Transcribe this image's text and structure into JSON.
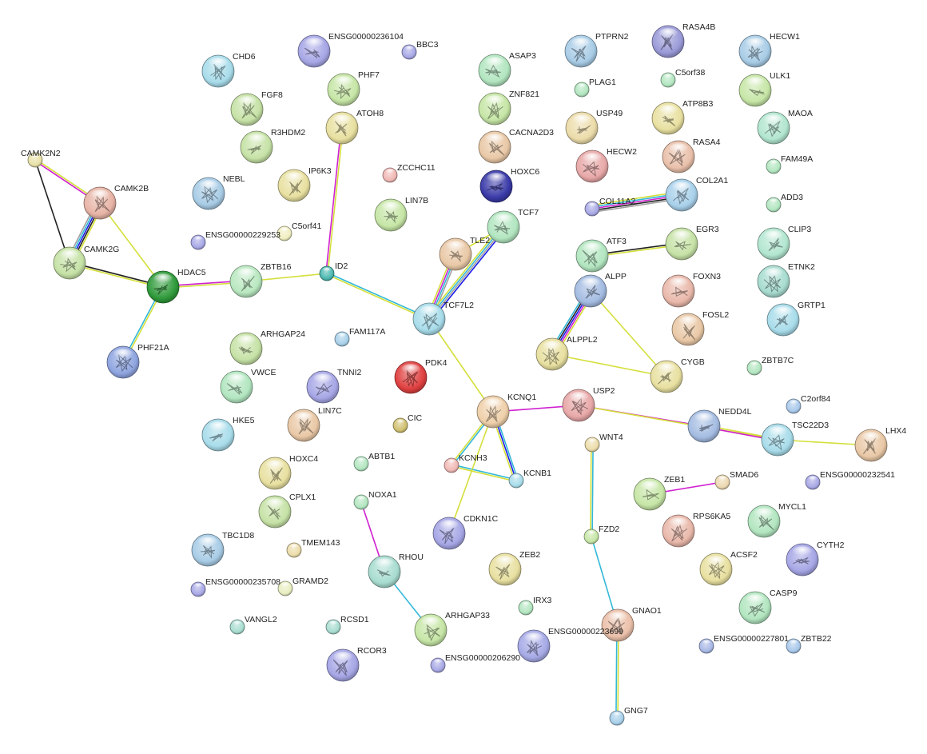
{
  "nodes": [
    {
      "id": "CAMK2N2",
      "color": "#e9e2a8",
      "size": "small"
    },
    {
      "id": "CAMK2B",
      "color": "#e7b4a6",
      "size": "large"
    },
    {
      "id": "CAMK2G",
      "color": "#c6e2a6",
      "size": "large"
    },
    {
      "id": "HDAC5",
      "color": "#2f9a3a",
      "size": "large"
    },
    {
      "id": "PHF21A",
      "color": "#8fa5e0",
      "size": "large"
    },
    {
      "id": "ZBTB16",
      "color": "#b9e8c0",
      "size": "large"
    },
    {
      "id": "ID2",
      "color": "#4bb8b0",
      "size": "small"
    },
    {
      "id": "ATOH8",
      "color": "#e8e0a0",
      "size": "large"
    },
    {
      "id": "TCF7L2",
      "color": "#a8dcea",
      "size": "large"
    },
    {
      "id": "TLE2",
      "color": "#e9c8a6",
      "size": "large"
    },
    {
      "id": "TCF7",
      "color": "#b2e6c0",
      "size": "large"
    },
    {
      "id": "KCNQ1",
      "color": "#efd0aa",
      "size": "large"
    },
    {
      "id": "KCNH3",
      "color": "#f0b8b4",
      "size": "small"
    },
    {
      "id": "KCNB1",
      "color": "#a8dcea",
      "size": "small"
    },
    {
      "id": "CDKN1C",
      "color": "#a6a6e6",
      "size": "large"
    },
    {
      "id": "USP2",
      "color": "#e8a8a8",
      "size": "large"
    },
    {
      "id": "NEDD4L",
      "color": "#a4bce2",
      "size": "large"
    },
    {
      "id": "TSC22D3",
      "color": "#a8dcea",
      "size": "large"
    },
    {
      "id": "LHX4",
      "color": "#e9c8a6",
      "size": "large"
    },
    {
      "id": "WNT4",
      "color": "#ecdcaa",
      "size": "small"
    },
    {
      "id": "FZD2",
      "color": "#c6e6a6",
      "size": "small"
    },
    {
      "id": "GNAO1",
      "color": "#ebc0aa",
      "size": "large"
    },
    {
      "id": "GNG7",
      "color": "#a8d0ea",
      "size": "small"
    },
    {
      "id": "COL11A2",
      "color": "#a8a8e6",
      "size": "small"
    },
    {
      "id": "COL2A1",
      "color": "#a8d0ea",
      "size": "large"
    },
    {
      "id": "ATF3",
      "color": "#b2e6c0",
      "size": "large"
    },
    {
      "id": "EGR3",
      "color": "#c6e2a6",
      "size": "large"
    },
    {
      "id": "ALPP",
      "color": "#a4bce2",
      "size": "large"
    },
    {
      "id": "ALPPL2",
      "color": "#e8e0a0",
      "size": "large"
    },
    {
      "id": "CYGB",
      "color": "#e8e0a0",
      "size": "large"
    },
    {
      "id": "ZEB1",
      "color": "#c6e6a6",
      "size": "large"
    },
    {
      "id": "SMAD6",
      "color": "#ecd8b0",
      "size": "small"
    },
    {
      "id": "NOXA1",
      "color": "#b2e6c0",
      "size": "small"
    },
    {
      "id": "RHOU",
      "color": "#a8dcd0",
      "size": "large"
    },
    {
      "id": "ARHGAP33",
      "color": "#c6e6a6",
      "size": "large"
    },
    {
      "id": "CHD6",
      "color": "#a8dcea",
      "size": "large"
    },
    {
      "id": "ENSG00000236104",
      "color": "#a6a6e6",
      "size": "large"
    },
    {
      "id": "BBC3",
      "color": "#a8a8e6",
      "size": "small"
    },
    {
      "id": "FGF8",
      "color": "#c6e2a6",
      "size": "large"
    },
    {
      "id": "PHF7",
      "color": "#c6e6a6",
      "size": "large"
    },
    {
      "id": "R3HDM2",
      "color": "#c6e2a6",
      "size": "large"
    },
    {
      "id": "NEBL",
      "color": "#a8cce6",
      "size": "large"
    },
    {
      "id": "IP6K3",
      "color": "#e8e0a0",
      "size": "large"
    },
    {
      "id": "C5orf41",
      "color": "#f0eec0",
      "size": "small"
    },
    {
      "id": "ENSG00000229253",
      "color": "#a8a8e6",
      "size": "small"
    },
    {
      "id": "ZCCHC11",
      "color": "#f0b8b4",
      "size": "small"
    },
    {
      "id": "LIN7B",
      "color": "#c6e6a6",
      "size": "large"
    },
    {
      "id": "ASAP3",
      "color": "#b2e6c0",
      "size": "large"
    },
    {
      "id": "ZNF821",
      "color": "#c6e6a6",
      "size": "large"
    },
    {
      "id": "CACNA2D3",
      "color": "#e9c8a6",
      "size": "large"
    },
    {
      "id": "HOXC6",
      "color": "#3a3aa8",
      "size": "large"
    },
    {
      "id": "PTPRN2",
      "color": "#a8cce6",
      "size": "large"
    },
    {
      "id": "PLAG1",
      "color": "#b2e6c0",
      "size": "small"
    },
    {
      "id": "USP49",
      "color": "#ecdcaa",
      "size": "large"
    },
    {
      "id": "HECW2",
      "color": "#e8a8a8",
      "size": "large"
    },
    {
      "id": "RASA4B",
      "color": "#9a9ad8",
      "size": "large"
    },
    {
      "id": "C5orf38",
      "color": "#b2e6c0",
      "size": "small"
    },
    {
      "id": "ATP8B3",
      "color": "#e8e0a0",
      "size": "large"
    },
    {
      "id": "RASA4",
      "color": "#e9c0aa",
      "size": "large"
    },
    {
      "id": "HECW1",
      "color": "#a8cce6",
      "size": "large"
    },
    {
      "id": "ULK1",
      "color": "#c6e6a6",
      "size": "large"
    },
    {
      "id": "MAOA",
      "color": "#b2e6d0",
      "size": "large"
    },
    {
      "id": "FAM49A",
      "color": "#b2e6c0",
      "size": "small"
    },
    {
      "id": "ADD3",
      "color": "#b2e6c0",
      "size": "small"
    },
    {
      "id": "CLIP3",
      "color": "#b2e6d0",
      "size": "large"
    },
    {
      "id": "ETNK2",
      "color": "#a8dcd0",
      "size": "large"
    },
    {
      "id": "GRTP1",
      "color": "#a8dcea",
      "size": "large"
    },
    {
      "id": "FOXN3",
      "color": "#e9b8aa",
      "size": "large"
    },
    {
      "id": "FOSL2",
      "color": "#e9c8a6",
      "size": "large"
    },
    {
      "id": "ZBTB7C",
      "color": "#b2e6c0",
      "size": "small"
    },
    {
      "id": "ARHGAP24",
      "color": "#c6e2a6",
      "size": "large"
    },
    {
      "id": "FAM117A",
      "color": "#a8d0ea",
      "size": "small"
    },
    {
      "id": "PDK4",
      "color": "#e04040",
      "size": "large"
    },
    {
      "id": "VWCE",
      "color": "#b2e6c0",
      "size": "large"
    },
    {
      "id": "TNNI2",
      "color": "#a6a6e6",
      "size": "large"
    },
    {
      "id": "LIN7C",
      "color": "#e9c8a6",
      "size": "large"
    },
    {
      "id": "CIC",
      "color": "#d0c070",
      "size": "small"
    },
    {
      "id": "HKE5",
      "color": "#a8dcea",
      "size": "large"
    },
    {
      "id": "C2orf84",
      "color": "#a8c8ea",
      "size": "small"
    },
    {
      "id": "HOXC4",
      "color": "#e8e0a0",
      "size": "large"
    },
    {
      "id": "ABTB1",
      "color": "#b2e6c0",
      "size": "small"
    },
    {
      "id": "CPLX1",
      "color": "#c6e2a6",
      "size": "large"
    },
    {
      "id": "ENSG00000232541",
      "color": "#a8a8e6",
      "size": "small"
    },
    {
      "id": "TBC1D8",
      "color": "#a8cce6",
      "size": "large"
    },
    {
      "id": "TMEM143",
      "color": "#ecdcaa",
      "size": "small"
    },
    {
      "id": "RPS6KA5",
      "color": "#e9b8aa",
      "size": "large"
    },
    {
      "id": "MYCL1",
      "color": "#b2e6c0",
      "size": "large"
    },
    {
      "id": "CYTH2",
      "color": "#a6a6e6",
      "size": "large"
    },
    {
      "id": "ZEB2",
      "color": "#e8e0a0",
      "size": "large"
    },
    {
      "id": "ACSF2",
      "color": "#e8e0a0",
      "size": "large"
    },
    {
      "id": "ENSG00000235708",
      "color": "#a8a8e6",
      "size": "small"
    },
    {
      "id": "GRAMD2",
      "color": "#e8eec0",
      "size": "small"
    },
    {
      "id": "IRX3",
      "color": "#b2e6c0",
      "size": "small"
    },
    {
      "id": "CASP9",
      "color": "#b2e6c0",
      "size": "large"
    },
    {
      "id": "VANGL2",
      "color": "#a8dcd0",
      "size": "small"
    },
    {
      "id": "RCSD1",
      "color": "#a8dcd0",
      "size": "small"
    },
    {
      "id": "ENSG00000223699",
      "color": "#a6aae6",
      "size": "large"
    },
    {
      "id": "ENSG00000227801",
      "color": "#a8b8e6",
      "size": "small"
    },
    {
      "id": "ZBTB22",
      "color": "#a8c8ea",
      "size": "small"
    },
    {
      "id": "RCOR3",
      "color": "#a6a6e6",
      "size": "large"
    },
    {
      "id": "ENSG00000206290",
      "color": "#a8a8e6",
      "size": "small"
    }
  ],
  "edges": [
    {
      "from": "CAMK2N2",
      "to": "CAMK2B",
      "colors": [
        "#d4df3a",
        "#d020d0"
      ]
    },
    {
      "from": "CAMK2N2",
      "to": "CAMK2G",
      "colors": [
        "#222222"
      ]
    },
    {
      "from": "CAMK2B",
      "to": "CAMK2G",
      "colors": [
        "#d4df3a",
        "#222222",
        "#1a1ae6",
        "#33b8d8",
        "#a0a0a0"
      ]
    },
    {
      "from": "CAMK2B",
      "to": "HDAC5",
      "colors": [
        "#d4df3a"
      ]
    },
    {
      "from": "CAMK2G",
      "to": "HDAC5",
      "colors": [
        "#222222",
        "#d4df3a"
      ]
    },
    {
      "from": "HDAC5",
      "to": "PHF21A",
      "colors": [
        "#d4df3a",
        "#33b8d8"
      ]
    },
    {
      "from": "HDAC5",
      "to": "ZBTB16",
      "colors": [
        "#d020d0",
        "#d4df3a"
      ]
    },
    {
      "from": "ZBTB16",
      "to": "ID2",
      "colors": [
        "#d4df3a"
      ]
    },
    {
      "from": "ID2",
      "to": "ATOH8",
      "colors": [
        "#d020d0",
        "#d4df3a"
      ]
    },
    {
      "from": "ID2",
      "to": "TCF7L2",
      "colors": [
        "#33b8d8",
        "#d4df3a"
      ]
    },
    {
      "from": "TCF7L2",
      "to": "TLE2",
      "colors": [
        "#d4df3a",
        "#d020d0",
        "#33b8d8",
        "#a0a0a0"
      ]
    },
    {
      "from": "TCF7L2",
      "to": "TCF7",
      "colors": [
        "#d4df3a",
        "#33b8d8",
        "#a0a0a0",
        "#1a1ae6"
      ]
    },
    {
      "from": "TLE2",
      "to": "TCF7",
      "colors": [
        "#d4df3a"
      ]
    },
    {
      "from": "TCF7L2",
      "to": "KCNQ1",
      "colors": [
        "#d4df3a"
      ]
    },
    {
      "from": "KCNQ1",
      "to": "KCNH3",
      "colors": [
        "#33b8d8",
        "#d4df3a"
      ]
    },
    {
      "from": "KCNQ1",
      "to": "KCNB1",
      "colors": [
        "#33b8d8",
        "#1a1ae6",
        "#d4df3a"
      ]
    },
    {
      "from": "KCNH3",
      "to": "KCNB1",
      "colors": [
        "#33b8d8",
        "#d4df3a"
      ]
    },
    {
      "from": "KCNQ1",
      "to": "CDKN1C",
      "colors": [
        "#d4df3a"
      ]
    },
    {
      "from": "KCNQ1",
      "to": "USP2",
      "colors": [
        "#d020d0"
      ]
    },
    {
      "from": "USP2",
      "to": "NEDD4L",
      "colors": [
        "#d020d0"
      ]
    },
    {
      "from": "USP2",
      "to": "TSC22D3",
      "colors": [
        "#d4df3a"
      ]
    },
    {
      "from": "NEDD4L",
      "to": "TSC22D3",
      "colors": [
        "#d4df3a",
        "#d020d0"
      ]
    },
    {
      "from": "TSC22D3",
      "to": "LHX4",
      "colors": [
        "#d4df3a"
      ]
    },
    {
      "from": "WNT4",
      "to": "FZD2",
      "colors": [
        "#33b8d8",
        "#d4df3a"
      ]
    },
    {
      "from": "FZD2",
      "to": "GNAO1",
      "colors": [
        "#33b8d8"
      ]
    },
    {
      "from": "GNAO1",
      "to": "GNG7",
      "colors": [
        "#d4df3a",
        "#33b8d8"
      ]
    },
    {
      "from": "COL11A2",
      "to": "COL2A1",
      "colors": [
        "#d4df3a",
        "#33b8d8",
        "#d020d0",
        "#222222",
        "#a0a0a0"
      ]
    },
    {
      "from": "ATF3",
      "to": "EGR3",
      "colors": [
        "#222222",
        "#d4df3a"
      ]
    },
    {
      "from": "ALPP",
      "to": "ALPPL2",
      "colors": [
        "#d4df3a",
        "#d020d0",
        "#1a1ae6",
        "#222222",
        "#33b8d8"
      ]
    },
    {
      "from": "ALPP",
      "to": "CYGB",
      "colors": [
        "#d4df3a"
      ]
    },
    {
      "from": "ALPPL2",
      "to": "CYGB",
      "colors": [
        "#d4df3a"
      ]
    },
    {
      "from": "ZEB1",
      "to": "SMAD6",
      "colors": [
        "#d020d0"
      ]
    },
    {
      "from": "NOXA1",
      "to": "RHOU",
      "colors": [
        "#d020d0"
      ]
    },
    {
      "from": "RHOU",
      "to": "ARHGAP33",
      "colors": [
        "#33b8d8"
      ]
    }
  ]
}
